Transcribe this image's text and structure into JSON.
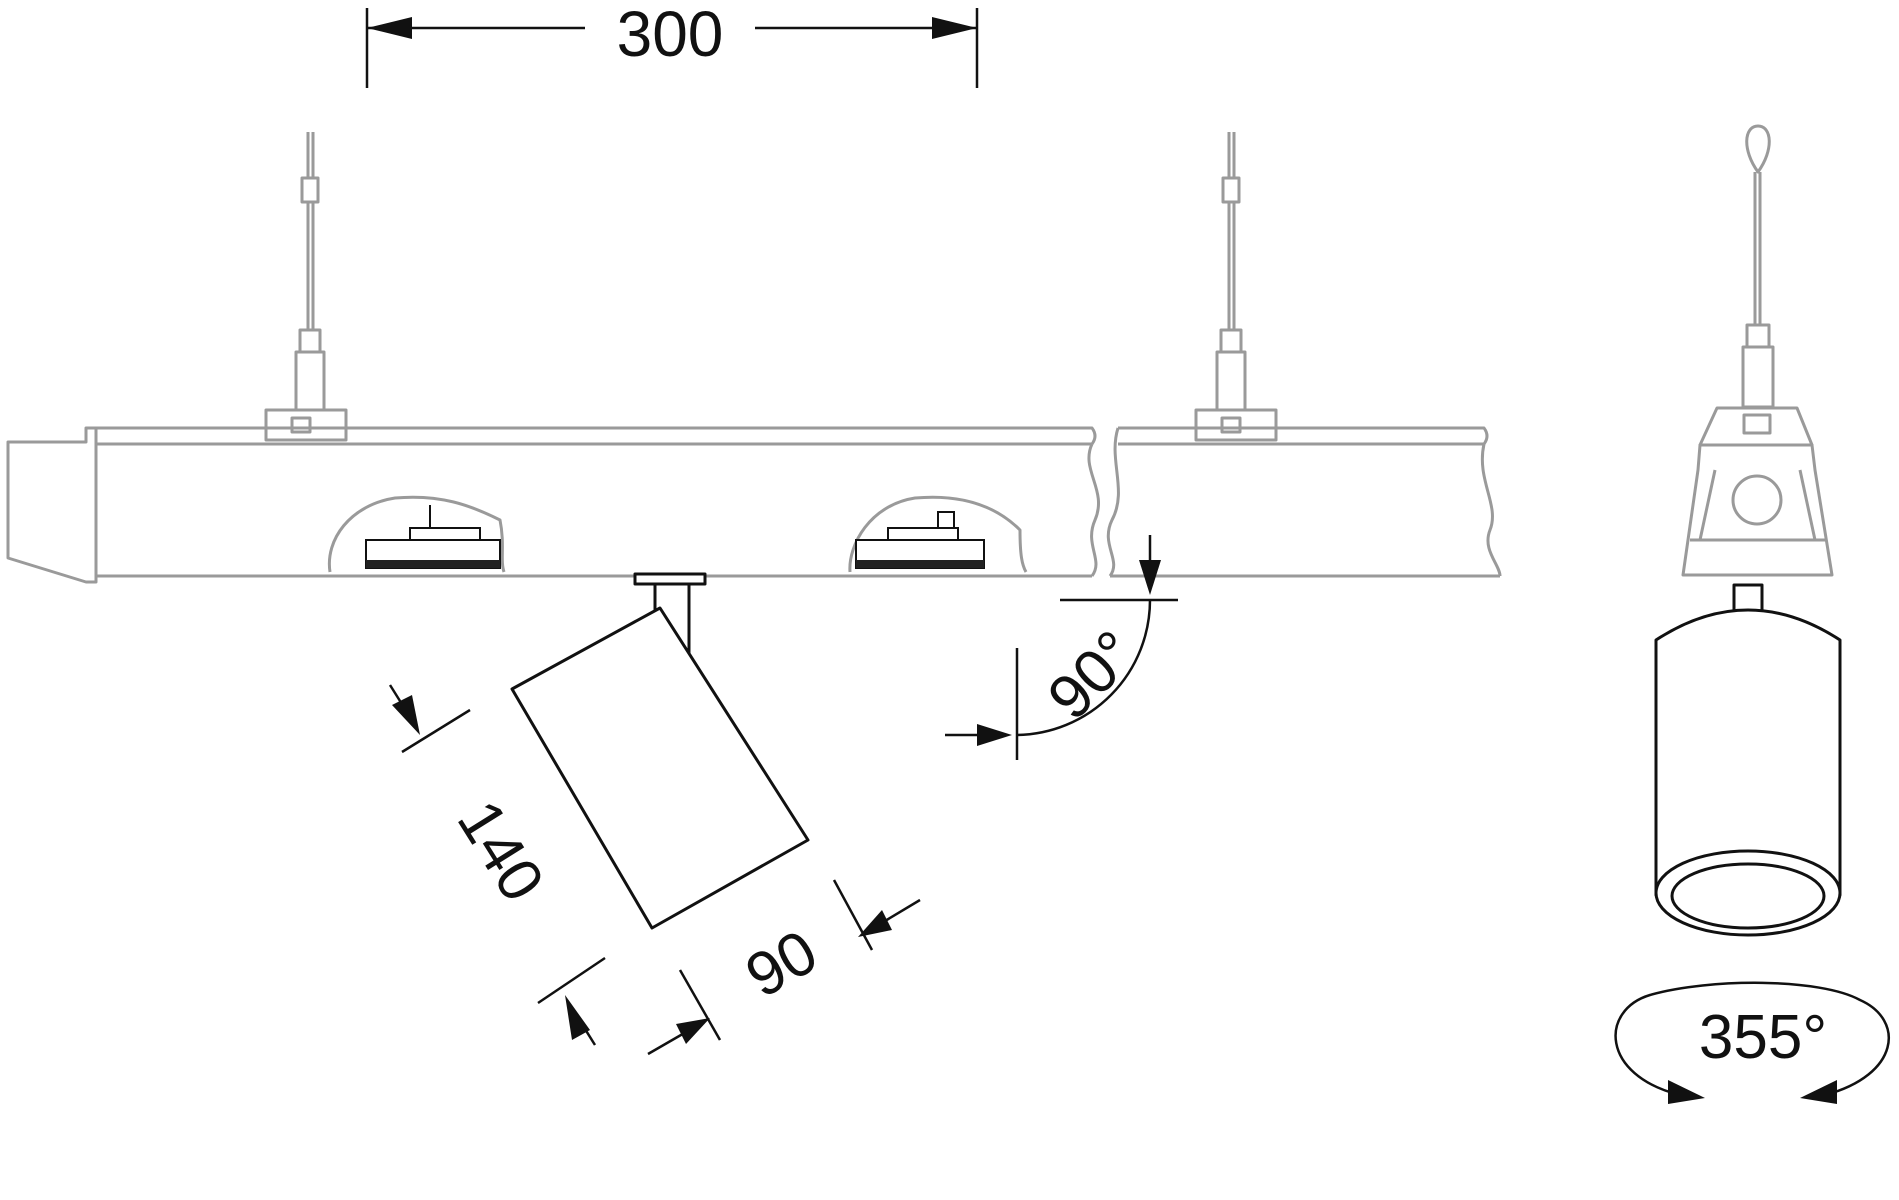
{
  "dimensions": {
    "spacing_label": "300",
    "tilt_angle_label": "90°",
    "spot_length_label": "140",
    "spot_diameter_label": "90",
    "rotation_angle_label": "355°"
  },
  "colors": {
    "profile_outline": "#9a9a9a",
    "spotlight_ink": "#111111",
    "background": "#ffffff"
  }
}
